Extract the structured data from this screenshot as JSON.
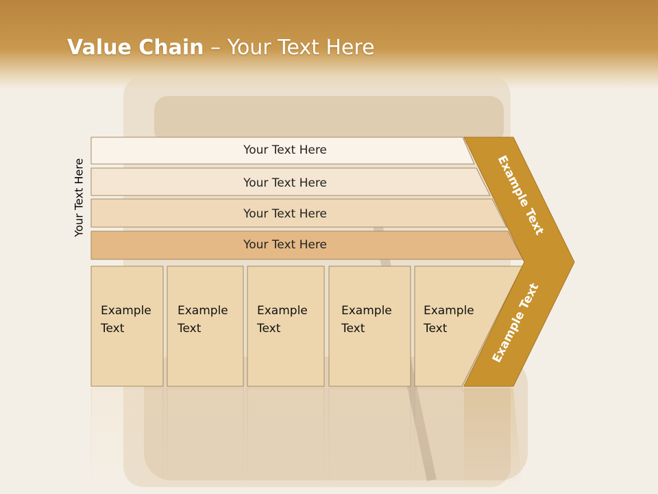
{
  "title": {
    "bold": "Value Chain",
    "rest": " – Your Text Here"
  },
  "side_label": "Your Text Here",
  "bars": [
    {
      "label": "Your Text Here"
    },
    {
      "label": "Your Text Here"
    },
    {
      "label": "Your Text Here"
    },
    {
      "label": "Your Text Here"
    }
  ],
  "cells": [
    {
      "label": "Example\nText"
    },
    {
      "label": "Example\nText"
    },
    {
      "label": "Example\nText"
    },
    {
      "label": "Example\nText"
    },
    {
      "label": "Example\nText"
    }
  ],
  "chevron": {
    "upper_label": "Example Text",
    "lower_label": "Example Text"
  },
  "colors": {
    "header": "#c08a44",
    "chevron": "#c8922e",
    "bar1": "#faf3e9",
    "bar2": "#f4e6d2",
    "bar3": "#efd9b8",
    "bar4": "#e4b985",
    "cell": "#edd6ad",
    "outline": "#a58a64"
  }
}
